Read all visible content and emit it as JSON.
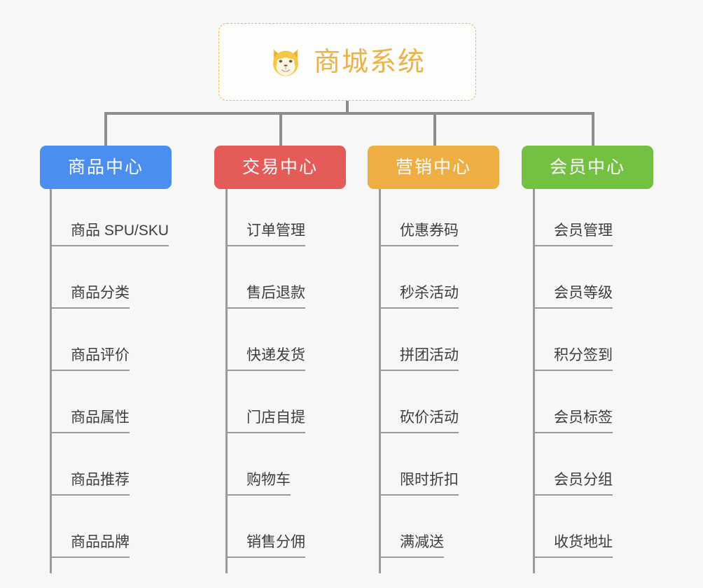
{
  "diagram": {
    "type": "org-tree",
    "root": {
      "title": "商城系统",
      "icon": "shiba-dog-icon",
      "border_color": "#e9b949",
      "text_color": "#edb14a",
      "background": "#fdfdfc"
    },
    "background_color": "#f7f7f7",
    "connector_color": "#8d8d8d",
    "columns": [
      {
        "id": "product-center",
        "label": "商品中心",
        "color": "#4a8ef0",
        "items": [
          "商品 SPU/SKU",
          "商品分类",
          "商品评价",
          "商品属性",
          "商品推荐",
          "商品品牌"
        ]
      },
      {
        "id": "trade-center",
        "label": "交易中心",
        "color": "#e55b58",
        "items": [
          "订单管理",
          "售后退款",
          "快递发货",
          "门店自提",
          "购物车",
          "销售分佣"
        ]
      },
      {
        "id": "marketing-center",
        "label": "营销中心",
        "color": "#eeae43",
        "items": [
          "优惠券码",
          "秒杀活动",
          "拼团活动",
          "砍价活动",
          "限时折扣",
          "满减送"
        ]
      },
      {
        "id": "member-center",
        "label": "会员中心",
        "color": "#74c043",
        "items": [
          "会员管理",
          "会员等级",
          "积分签到",
          "会员标签",
          "会员分组",
          "收货地址"
        ]
      }
    ]
  }
}
